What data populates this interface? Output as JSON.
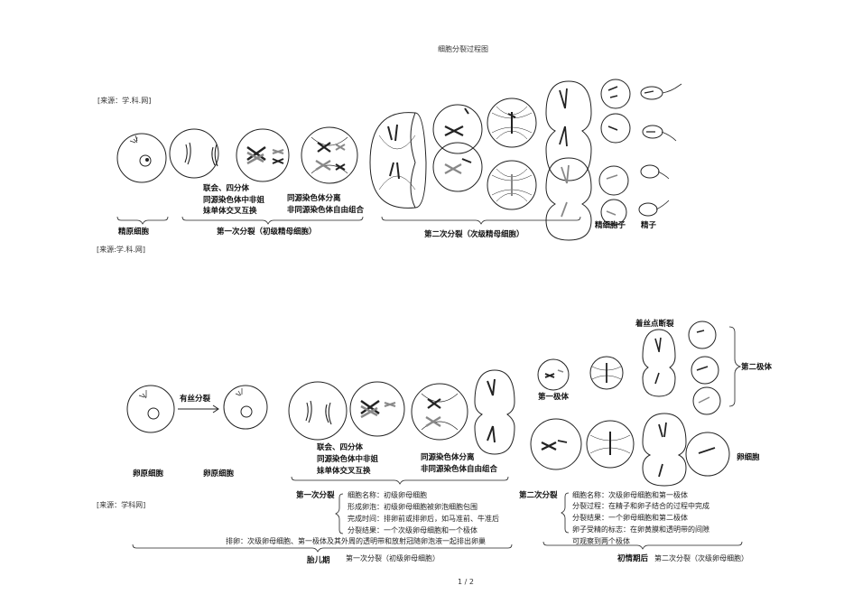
{
  "page": {
    "header": "细胞分裂过程图",
    "footer": "1 / 2",
    "sources": [
      "[来源：学.科.网]",
      "[来源:学.科.网]",
      "[来源：学科网]"
    ]
  },
  "sperm": {
    "cell_label": "精原细胞",
    "process_notes": [
      "联会、四分体",
      "同源染色体中非姐",
      "妹单体交叉互换"
    ],
    "process_notes2": [
      "同源染色体分离",
      "非同源染色体自由组合"
    ],
    "first_division": "第一次分裂（初级精母细胞）",
    "second_division": "第二次分裂（次级精母细胞）",
    "spermatid": "精细胞子",
    "sperm": "精子"
  },
  "egg": {
    "mitosis_label": "有丝分裂",
    "oogonium_1": "卵原细胞",
    "oogonium_2": "卵原细胞",
    "centromere": "着丝点断裂",
    "first_polar": "第一极体",
    "second_polar": "第二极体",
    "egg_cell": "卵细胞",
    "process_notes": [
      "联会、四分体",
      "同源染色体中非姐",
      "妹单体交叉互换"
    ],
    "process_notes2": [
      "同源染色体分离",
      "非同源染色体自由组合"
    ],
    "first_label": "第一次分裂",
    "first_details": [
      "细胞名称：初级卵母细胞",
      "形成卵泡：初级卵母细胞被卵泡细胞包围",
      "完成时间：排卵前或排卵后，如马准前、牛准后",
      "分裂结果：一个次级卵母细胞和一个极体"
    ],
    "ovulation": "排卵：次级卵母细胞、第一极体及其外周的透明带和放射冠随卵泡液一起排出卵巢",
    "fetus": "胎儿期",
    "first_div_caption": "第一次分裂（初级卵母细胞）",
    "second_label": "第二次分裂",
    "second_details": [
      "细胞名称：次级卵母细胞和第一极体",
      "分裂过程：在精子和卵子结合的过程中完成",
      "分裂结果：一个卵母细胞和第二极体",
      "卵子受精的标志：在卵黄膜和透明带的间隙",
      "可观察到两个极体"
    ],
    "initial": "初情期后",
    "second_div_caption": "第二次分裂（次级卵母细胞）"
  }
}
